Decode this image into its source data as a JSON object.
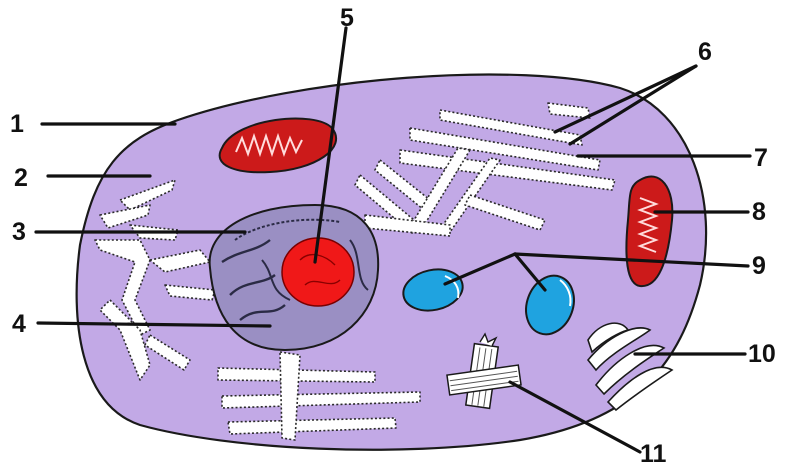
{
  "labels": [
    "1",
    "2",
    "3",
    "4",
    "5",
    "6",
    "7",
    "8",
    "9",
    "10",
    "11"
  ],
  "colors": {
    "cytoplasm": "#c2a9e6",
    "membrane": "#1a1a1a",
    "nucleus": "#9a8fc3",
    "nucleolus": "#f01818",
    "mitochondria": "#cc1a1a",
    "vacuole": "#1fa3e0",
    "organelle_white": "#ffffff"
  },
  "icons": [
    "animal-cell-diagram"
  ]
}
